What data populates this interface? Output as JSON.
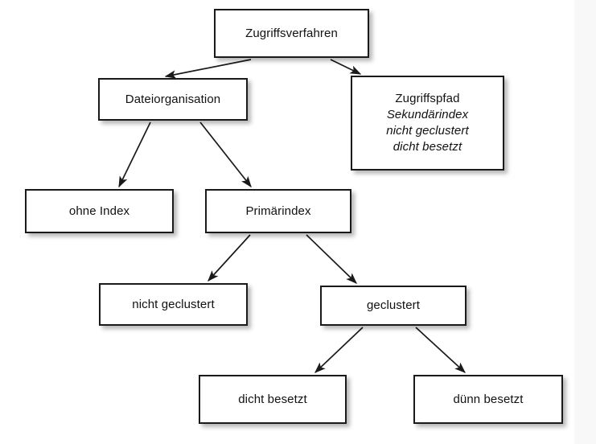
{
  "diagram": {
    "title": "Zugriffsverfahren",
    "background_color": "#ffffff",
    "gutter_color": "#f8f8f8",
    "box_border_color": "#1a1a1a",
    "text_color": "#111111",
    "nodes": [
      {
        "id": "zugriffsverfahren",
        "lines": [
          {
            "text": "Zugriffsverfahren",
            "italic": false
          }
        ]
      },
      {
        "id": "dateiorganisation",
        "lines": [
          {
            "text": "Dateiorganisation",
            "italic": false
          }
        ]
      },
      {
        "id": "zugriffspfad",
        "lines": [
          {
            "text": "Zugriffspfad",
            "italic": false
          },
          {
            "text": "Sekundärindex",
            "italic": true
          },
          {
            "text": "nicht geclustert",
            "italic": true
          },
          {
            "text": "dicht besetzt",
            "italic": true
          }
        ]
      },
      {
        "id": "ohne-index",
        "lines": [
          {
            "text": "ohne Index",
            "italic": false
          }
        ]
      },
      {
        "id": "primaerindex",
        "lines": [
          {
            "text": "Primärindex",
            "italic": false
          }
        ]
      },
      {
        "id": "nicht-geclustert",
        "lines": [
          {
            "text": "nicht geclustert",
            "italic": false
          }
        ]
      },
      {
        "id": "geclustert",
        "lines": [
          {
            "text": "geclustert",
            "italic": false
          }
        ]
      },
      {
        "id": "dicht-besetzt",
        "lines": [
          {
            "text": "dicht besetzt",
            "italic": false
          }
        ]
      },
      {
        "id": "duenn-besetzt",
        "lines": [
          {
            "text": "dünn besetzt",
            "italic": false
          }
        ]
      }
    ],
    "edges": [
      {
        "from": "zugriffsverfahren",
        "to": "dateiorganisation"
      },
      {
        "from": "zugriffsverfahren",
        "to": "zugriffspfad"
      },
      {
        "from": "dateiorganisation",
        "to": "ohne-index"
      },
      {
        "from": "dateiorganisation",
        "to": "primaerindex"
      },
      {
        "from": "primaerindex",
        "to": "nicht-geclustert"
      },
      {
        "from": "primaerindex",
        "to": "geclustert"
      },
      {
        "from": "geclustert",
        "to": "dicht-besetzt"
      },
      {
        "from": "geclustert",
        "to": "duenn-besetzt"
      }
    ]
  }
}
